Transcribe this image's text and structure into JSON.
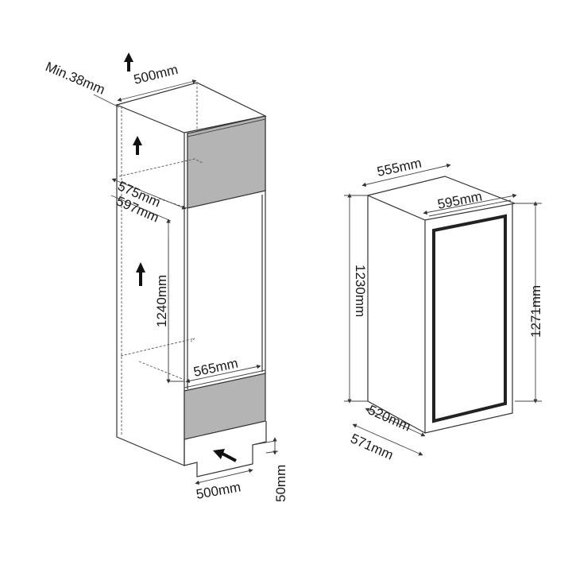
{
  "left_cabinet": {
    "top_clearance": "Min.38mm",
    "top_vent_width": "500mm",
    "niche_depth_inner": "575mm",
    "niche_depth_outer": "597mm",
    "niche_height": "1240mm",
    "niche_width": "565mm",
    "plinth_vent_width": "500mm",
    "plinth_vent_height": "50mm"
  },
  "right_appliance": {
    "depth_top": "555mm",
    "width": "595mm",
    "body_height": "1230mm",
    "total_height": "1271mm",
    "body_depth": "520mm",
    "total_depth": "571mm"
  }
}
